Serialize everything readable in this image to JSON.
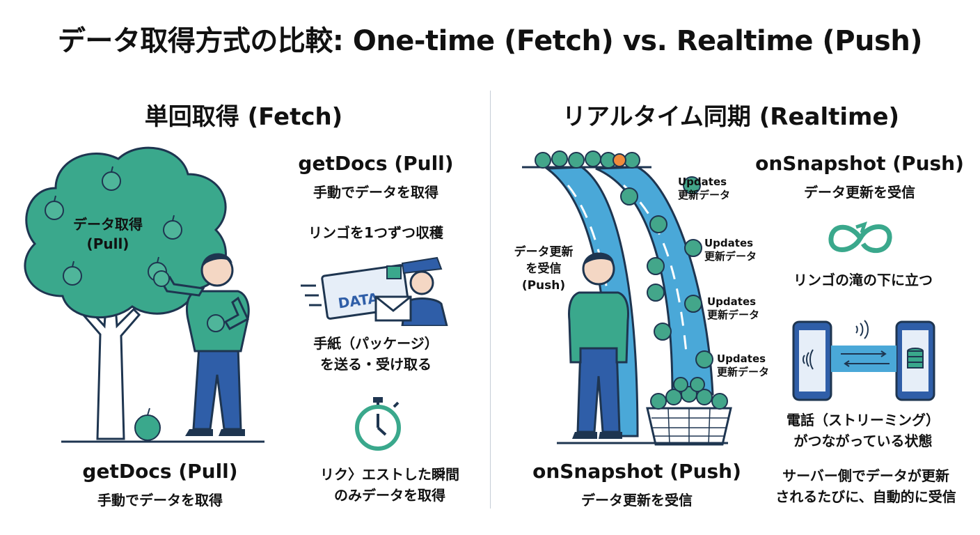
{
  "header": {
    "title": "データ取得方式の比較: One-time (Fetch) vs. Realtime (Push)"
  },
  "fetch": {
    "section_title": "単回取得 (Fetch)",
    "tree_label_1": "データ取得",
    "tree_label_2": "(Pull)",
    "method_title": "getDocs (Pull)",
    "method_sub": "手動でデータを取得",
    "harvest_text": "リンゴを1つずつ収穫",
    "envelope_text": "DATA",
    "mail_line_1": "手紙（パッケージ）",
    "mail_line_2": "を送る・受け取る",
    "bottom_title": "getDocs (Pull)",
    "bottom_sub": "手動でデータを取得",
    "timer_line_1": "リク〉エストした瞬間",
    "timer_line_2": "のみデータを取得"
  },
  "realtime": {
    "section_title": "リアルタイム同期 (Realtime)",
    "receive_line_1": "データ更新",
    "receive_line_2": "を受信",
    "receive_line_3": "(Push)",
    "updates": [
      {
        "en": "Updates",
        "ja": "更新データ"
      },
      {
        "en": "Updates",
        "ja": "更新データ"
      },
      {
        "en": "Updates",
        "ja": "更新データ"
      },
      {
        "en": "Updates",
        "ja": "更新データ"
      }
    ],
    "method_title": "onSnapshot (Push)",
    "method_sub": "データ更新を受信",
    "waterfall_text": "リンゴの滝の下に立つ",
    "phone_line_1": "電話（ストリーミング）",
    "phone_line_2": "がつながっている状態",
    "bottom_title": "onSnapshot (Push)",
    "bottom_sub": "データ更新を受信",
    "server_line_1": "サーバー側でデータが更新",
    "server_line_2": "されるたびに、自動的に受信"
  },
  "colors": {
    "teal": "#3aa88c",
    "blue": "#2f5ea8",
    "water": "#4aa8d8",
    "navy": "#1e3550",
    "apple": "#43a68a"
  },
  "icons": [
    "apple-tree",
    "person-picking-apple",
    "mail-carrier-icon",
    "stopwatch-icon",
    "apple-waterfall",
    "person-standing",
    "apple-basket",
    "sync-loop-icon",
    "phone-streaming-icon",
    "server-icon"
  ]
}
